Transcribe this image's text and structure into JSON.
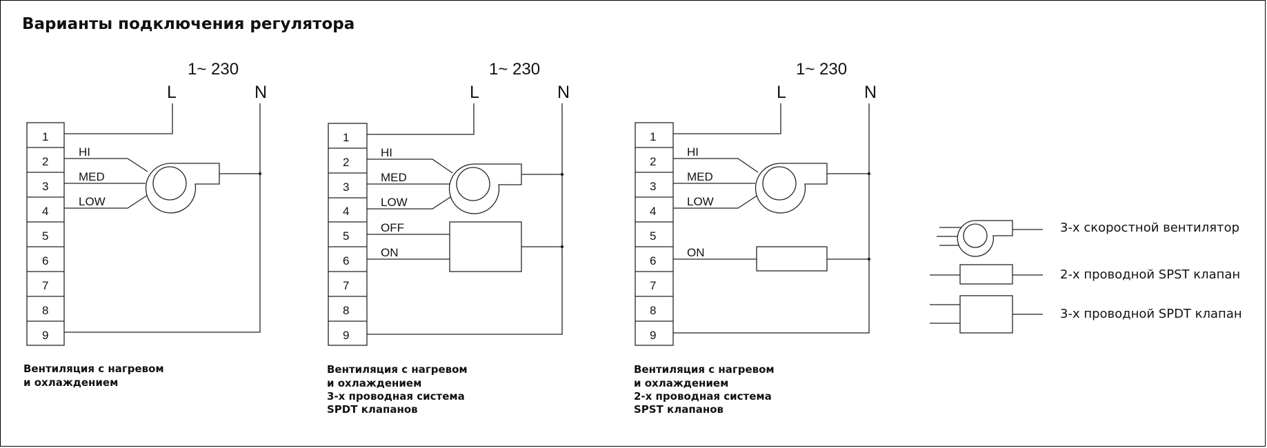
{
  "title": "Варианты подключения регулятора",
  "diagrams": [
    {
      "supply": "1~ 230",
      "l_label": "L",
      "n_label": "N",
      "terminals": [
        "1",
        "2",
        "3",
        "4",
        "5",
        "6",
        "7",
        "8",
        "9"
      ],
      "fan_wires": [
        "HI",
        "MED",
        "LOW"
      ],
      "valve_wires": [],
      "caption": [
        "Вентиляция с нагревом",
        "и охлаждением"
      ]
    },
    {
      "supply": "1~ 230",
      "l_label": "L",
      "n_label": "N",
      "terminals": [
        "1",
        "2",
        "3",
        "4",
        "5",
        "6",
        "7",
        "8",
        "9"
      ],
      "fan_wires": [
        "HI",
        "MED",
        "LOW"
      ],
      "valve_wires": [
        "OFF",
        "ON"
      ],
      "caption": [
        "Вентиляция с нагревом",
        "и охлаждением",
        "3-х проводная система",
        "SPDT клапанов"
      ]
    },
    {
      "supply": "1~ 230",
      "l_label": "L",
      "n_label": "N",
      "terminals": [
        "1",
        "2",
        "3",
        "4",
        "5",
        "6",
        "7",
        "8",
        "9"
      ],
      "fan_wires": [
        "HI",
        "MED",
        "LOW"
      ],
      "valve_wires": [
        "ON"
      ],
      "caption": [
        "Вентиляция с нагревом",
        "и охлаждением",
        "2-х проводная система",
        "SPST клапанов"
      ]
    }
  ],
  "legend": {
    "fan": "3-х скоростной вентилятор",
    "spst": "2-х проводной  SPST  клапан",
    "spdt": "3-х проводной  SPDT  клапан"
  }
}
